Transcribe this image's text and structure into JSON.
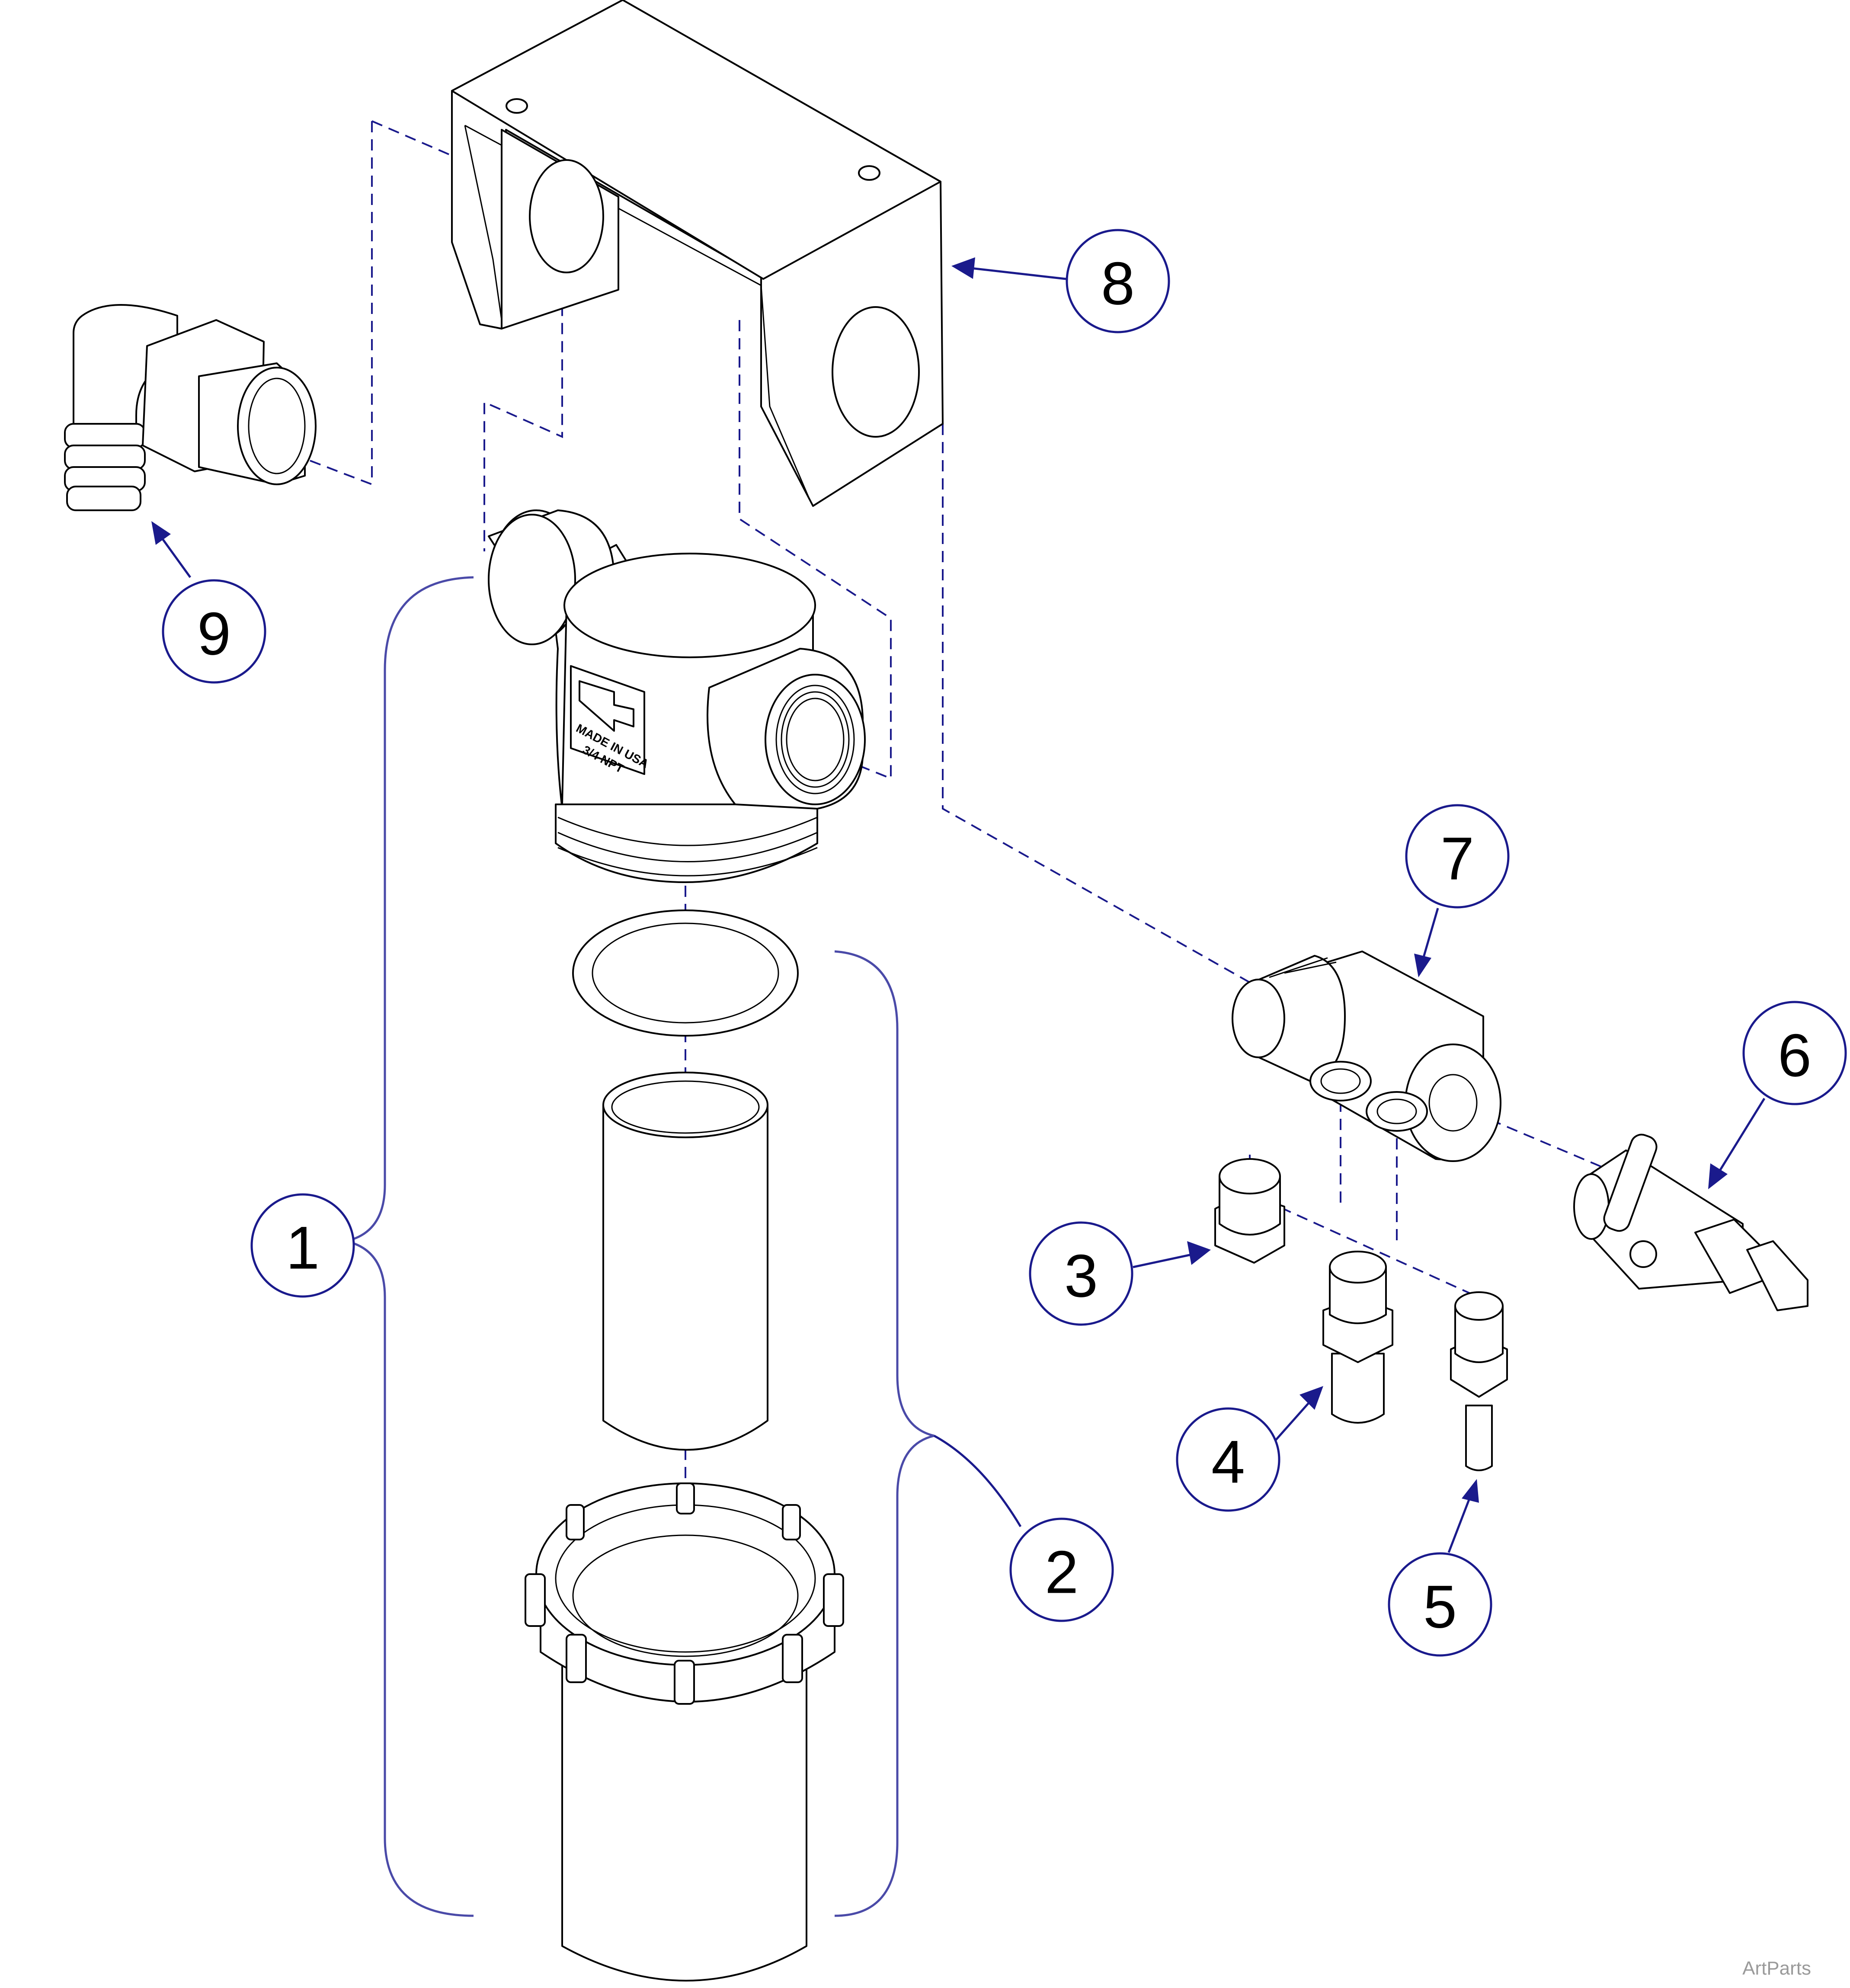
{
  "callouts": [
    {
      "id": "1",
      "label": "1"
    },
    {
      "id": "2",
      "label": "2"
    },
    {
      "id": "3",
      "label": "3"
    },
    {
      "id": "4",
      "label": "4"
    },
    {
      "id": "5",
      "label": "5"
    },
    {
      "id": "6",
      "label": "6"
    },
    {
      "id": "7",
      "label": "7"
    },
    {
      "id": "8",
      "label": "8"
    },
    {
      "id": "9",
      "label": "9"
    }
  ],
  "housing_label": {
    "line1": "MADE IN USA",
    "line2": "3/4 NPT"
  },
  "watermark": "ArtParts",
  "colors": {
    "callout_stroke": "#1a1a8c",
    "brace": "#4a4aa8",
    "outline": "#000000"
  }
}
